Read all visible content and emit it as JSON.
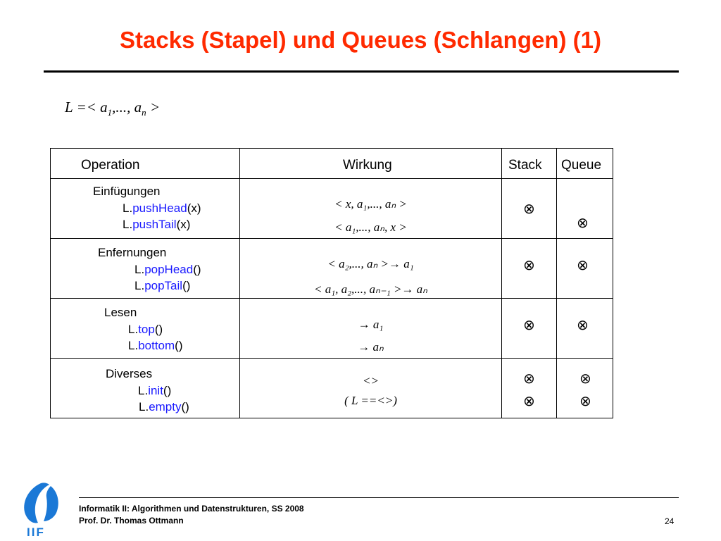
{
  "title": "Stacks (Stapel) und Queues (Schlangen) (1)",
  "formula": {
    "L": "L",
    "eq": "=<",
    "a": "a",
    "sub1": "1",
    "dots": ",..., ",
    "a2": "a",
    "subn": "n",
    "close": ">"
  },
  "table": {
    "headers": {
      "operation": "Operation",
      "wirkung": "Wirkung",
      "stack": "Stack",
      "queue": "Queue"
    },
    "rows": [
      {
        "category": "Einfügungen",
        "ops": [
          {
            "prefix": "L.",
            "name": "pushHead",
            "args": "(x)"
          },
          {
            "prefix": "L.",
            "name": "pushTail",
            "args": "(x)"
          }
        ],
        "effects": [
          "< x, a₁,..., aₙ >",
          "< a₁,..., aₙ, x >"
        ]
      },
      {
        "category": "Enfernungen",
        "ops": [
          {
            "prefix": "L.",
            "name": "popHead",
            "args": "()"
          },
          {
            "prefix": "L.",
            "name": "popTail",
            "args": "()"
          }
        ],
        "effects": [
          "< a₂,..., aₙ >→ a₁",
          "< a₁, a₂,..., aₙ₋₁ >→ aₙ"
        ]
      },
      {
        "category": "Lesen",
        "ops": [
          {
            "prefix": "L.",
            "name": "top",
            "args": "()"
          },
          {
            "prefix": "L.",
            "name": "bottom",
            "args": "()"
          }
        ],
        "effects": [
          "→ a₁",
          "→ aₙ"
        ]
      },
      {
        "category": "Diverses",
        "ops": [
          {
            "prefix": "L.",
            "name": "init",
            "args": "()"
          },
          {
            "prefix": "L.",
            "name": "empty",
            "args": "()"
          }
        ],
        "effects": [
          "<>",
          "( L ==<>)"
        ]
      }
    ],
    "mark": "⊗"
  },
  "footer": {
    "line1": "Informatik II: Algorithmen und Datenstrukturen, SS 2008",
    "line2": "Prof. Dr. Thomas Ottmann",
    "page": "24"
  },
  "logo": {
    "text": "IIF",
    "color": "#1a78d6"
  },
  "colors": {
    "title": "#ff2a00",
    "method": "#1a1aff"
  }
}
